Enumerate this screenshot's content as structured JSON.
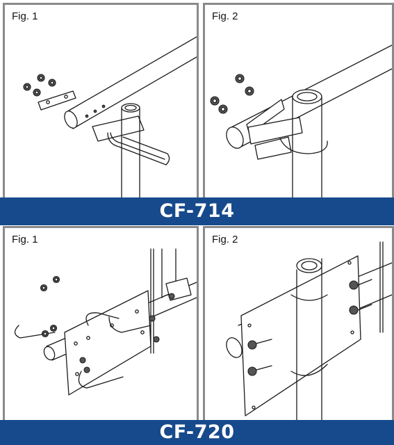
{
  "panels": {
    "top_left": {
      "label": "Fig. 1"
    },
    "top_right": {
      "label": "Fig. 2"
    },
    "bottom_left": {
      "label": "Fig. 1"
    },
    "bottom_right": {
      "label": "Fig. 2"
    }
  },
  "banners": {
    "top": "CF-714",
    "bottom": "CF-720"
  },
  "colors": {
    "banner_bg": "#174a8c",
    "banner_text": "#ffffff",
    "frame_border": "#8a8a8a"
  }
}
